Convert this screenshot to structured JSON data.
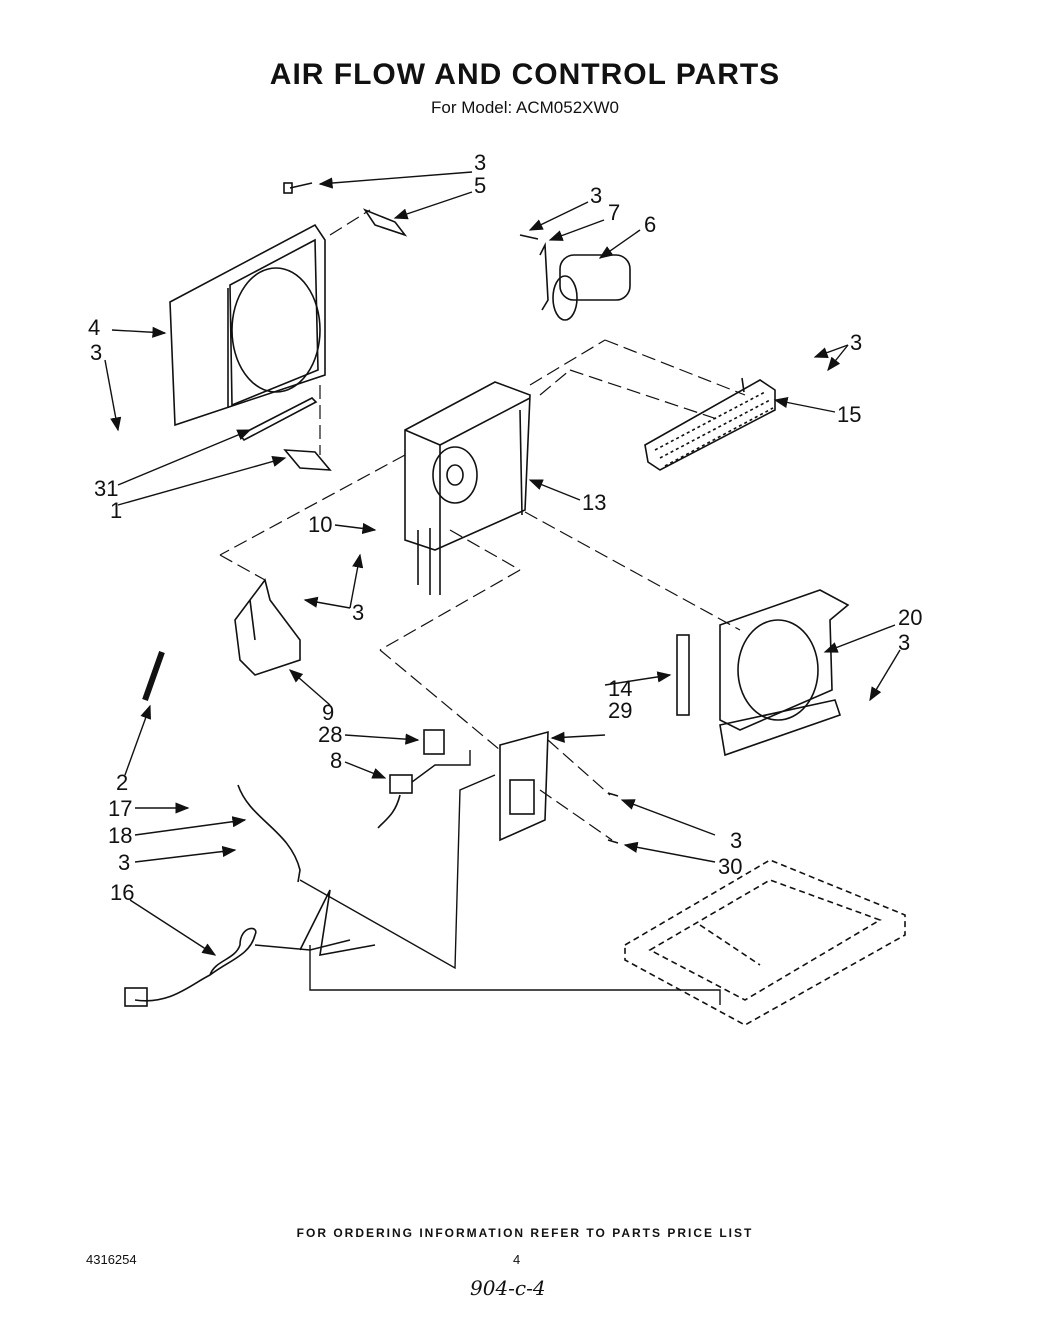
{
  "header": {
    "title": "AIR FLOW AND CONTROL PARTS",
    "subtitle": "For Model: ACM052XW0"
  },
  "callouts": {
    "c3_top": "3",
    "c5": "5",
    "c3_cap": "3",
    "c7": "7",
    "c6": "6",
    "c4": "4",
    "c3_left": "3",
    "c3_right_a": "3",
    "c15": "15",
    "c31": "31",
    "c1": "1",
    "c13": "13",
    "c10": "10",
    "c3_mid": "3",
    "c20": "20",
    "c3_r20": "3",
    "c9": "9",
    "c14": "14",
    "c29": "29",
    "c28": "28",
    "c8": "8",
    "c2": "2",
    "c17": "17",
    "c18": "18",
    "c3_low": "3",
    "c3_board": "3",
    "c30": "30",
    "c16": "16"
  },
  "footer": {
    "ordering_note": "FOR ORDERING INFORMATION REFER TO PARTS PRICE LIST",
    "doc_number": "4316254",
    "page_number": "4",
    "handwritten_note": "904-c-4"
  }
}
